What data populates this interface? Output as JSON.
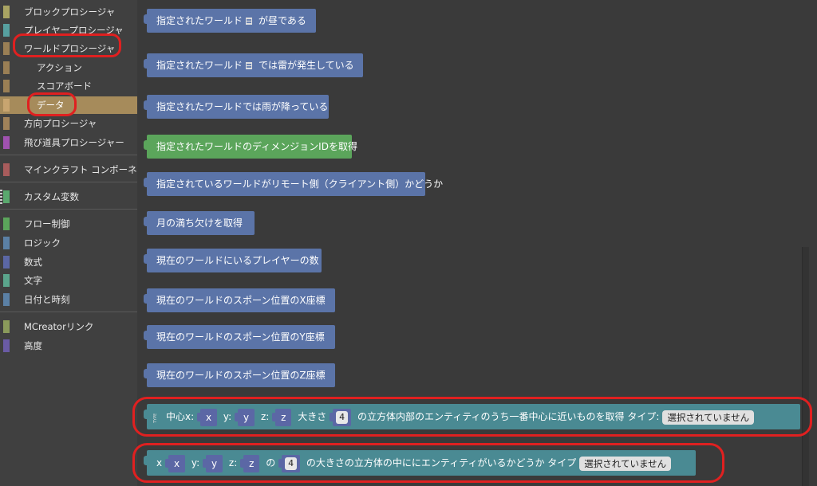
{
  "sidebar": {
    "categories": [
      {
        "label": "ブロックプロシージャ",
        "color": "#a9a463"
      },
      {
        "label": "プレイヤープロシージャ",
        "color": "#57a0a0"
      },
      {
        "label": "ワールドプロシージャ",
        "color": "#9a7f55"
      },
      {
        "label": "アクション",
        "color": "#9a7f55"
      },
      {
        "label": "スコアボード",
        "color": "#9a7f55"
      },
      {
        "label": "データ",
        "color": "#c8a570"
      },
      {
        "label": "方向プロシージャ",
        "color": "#a0825a"
      },
      {
        "label": "飛び道具プロシージャー",
        "color": "#a052b0"
      },
      {
        "label": "マインクラフト コンポーネント",
        "color": "#a85c5c"
      },
      {
        "label": "カスタム変数",
        "color": "#5aa86e"
      },
      {
        "label": "フロー制御",
        "color": "#5ba55b"
      },
      {
        "label": "ロジック",
        "color": "#5b80a5"
      },
      {
        "label": "数式",
        "color": "#5b67a5"
      },
      {
        "label": "文字",
        "color": "#5ba58c"
      },
      {
        "label": "日付と時刻",
        "color": "#5b80a5"
      },
      {
        "label": "MCreatorリンク",
        "color": "#8a9a5b"
      },
      {
        "label": "高度",
        "color": "#6a5ba5"
      }
    ]
  },
  "blocks": {
    "b1": {
      "before": "指定されたワールド",
      "after": "が昼である"
    },
    "b2": {
      "before": "指定されたワールド",
      "after": "では雷が発生している"
    },
    "b3": "指定されたワールドでは雨が降っている",
    "b4": "指定されたワールドのディメンジョンIDを取得",
    "b5": "指定されているワールドがリモート側（クライアント側）かどうか",
    "b6": "月の満ち欠けを取得",
    "b7": "現在のワールドにいるプレイヤーの数",
    "b8": "現在のワールドのスポーン位置のX座標",
    "b9": "現在のワールドのスポーン位置のY座標",
    "b10": "現在のワールドのスポーン位置のZ座標",
    "b11": {
      "vlabel": "TYPE",
      "center_x": "中心x:",
      "x_val": "x",
      "y_label": "y:",
      "y_val": "y",
      "z_label": "z:",
      "z_val": "z",
      "size_label": "大きさ",
      "size_val": "4",
      "text": "の立方体内部のエンティティのうち一番中心に近いものを取得 タイプ:",
      "dropdown": "選択されていません"
    },
    "b12": {
      "x_label": "x",
      "x_val": "x",
      "y_label": "y:",
      "y_val": "y",
      "z_label": "z:",
      "z_val": "z",
      "of_label": "の",
      "size_val": "4",
      "text": "の大きさの立方体の中ににエンティティがいるかどうか タイプ",
      "dropdown": "選択されていません"
    }
  },
  "colors": {
    "highlight": "#e02020",
    "selected_category": "#a68b5b"
  }
}
